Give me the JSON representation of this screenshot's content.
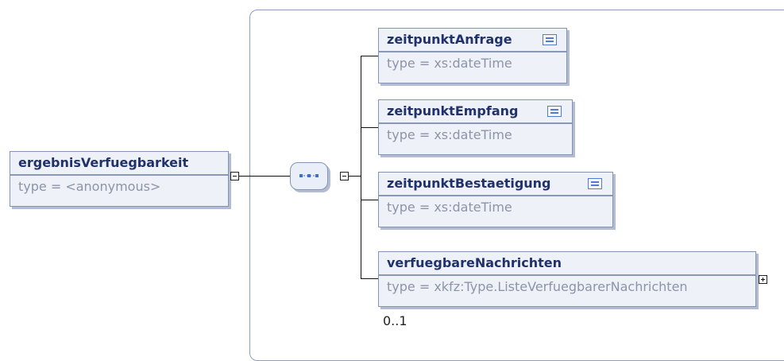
{
  "root": {
    "name": "ergebnisVerfuegbarkeit",
    "type": "type = <anonymous>"
  },
  "sequence": {
    "icon": "sequence-icon"
  },
  "children": [
    {
      "name": "zeitpunktAnfrage",
      "type": "type = xs:dateTime",
      "icon": "documentation-icon"
    },
    {
      "name": "zeitpunktEmpfang",
      "type": "type = xs:dateTime",
      "icon": "documentation-icon"
    },
    {
      "name": "zeitpunktBestaetigung",
      "type": "type = xs:dateTime",
      "icon": "documentation-icon"
    },
    {
      "name": "verfuegbareNachrichten",
      "type": "type = xkfz:Type.ListeVerfuegbarerNachrichten",
      "cardinality": "0..1"
    }
  ],
  "colors": {
    "name_text": "#21316a",
    "type_text": "#8c94a8",
    "box_fill": "#eef1f8",
    "box_border": "#8393b4",
    "doc_icon": "#4f7ad6"
  }
}
